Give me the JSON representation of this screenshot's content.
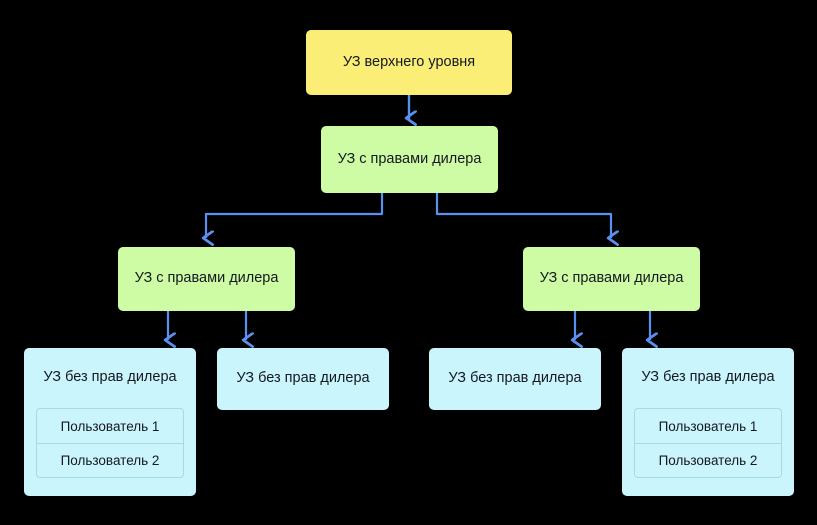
{
  "diagram": {
    "background_color": "#000000",
    "connector_color": "#5B8FF0",
    "colors": {
      "root": "#FAEE77",
      "dealer": "#CEFCA4",
      "leaf": "#CBF5FD",
      "list_border": "#A9D9E4",
      "text": "#14181F"
    },
    "nodes": {
      "root": {
        "label": "УЗ верхнего уровня"
      },
      "dealer_top": {
        "label": "УЗ с правами дилера"
      },
      "dealer_left": {
        "label": "УЗ с правами дилера"
      },
      "dealer_right": {
        "label": "УЗ с правами дилера"
      },
      "leaf_1": {
        "label": "УЗ без прав дилера",
        "users": [
          "Пользователь 1",
          "Пользователь 2"
        ]
      },
      "leaf_2": {
        "label": "УЗ без прав дилера",
        "users": []
      },
      "leaf_3": {
        "label": "УЗ без прав дилера",
        "users": []
      },
      "leaf_4": {
        "label": "УЗ без прав дилера",
        "users": [
          "Пользователь 1",
          "Пользователь 2"
        ]
      }
    }
  }
}
